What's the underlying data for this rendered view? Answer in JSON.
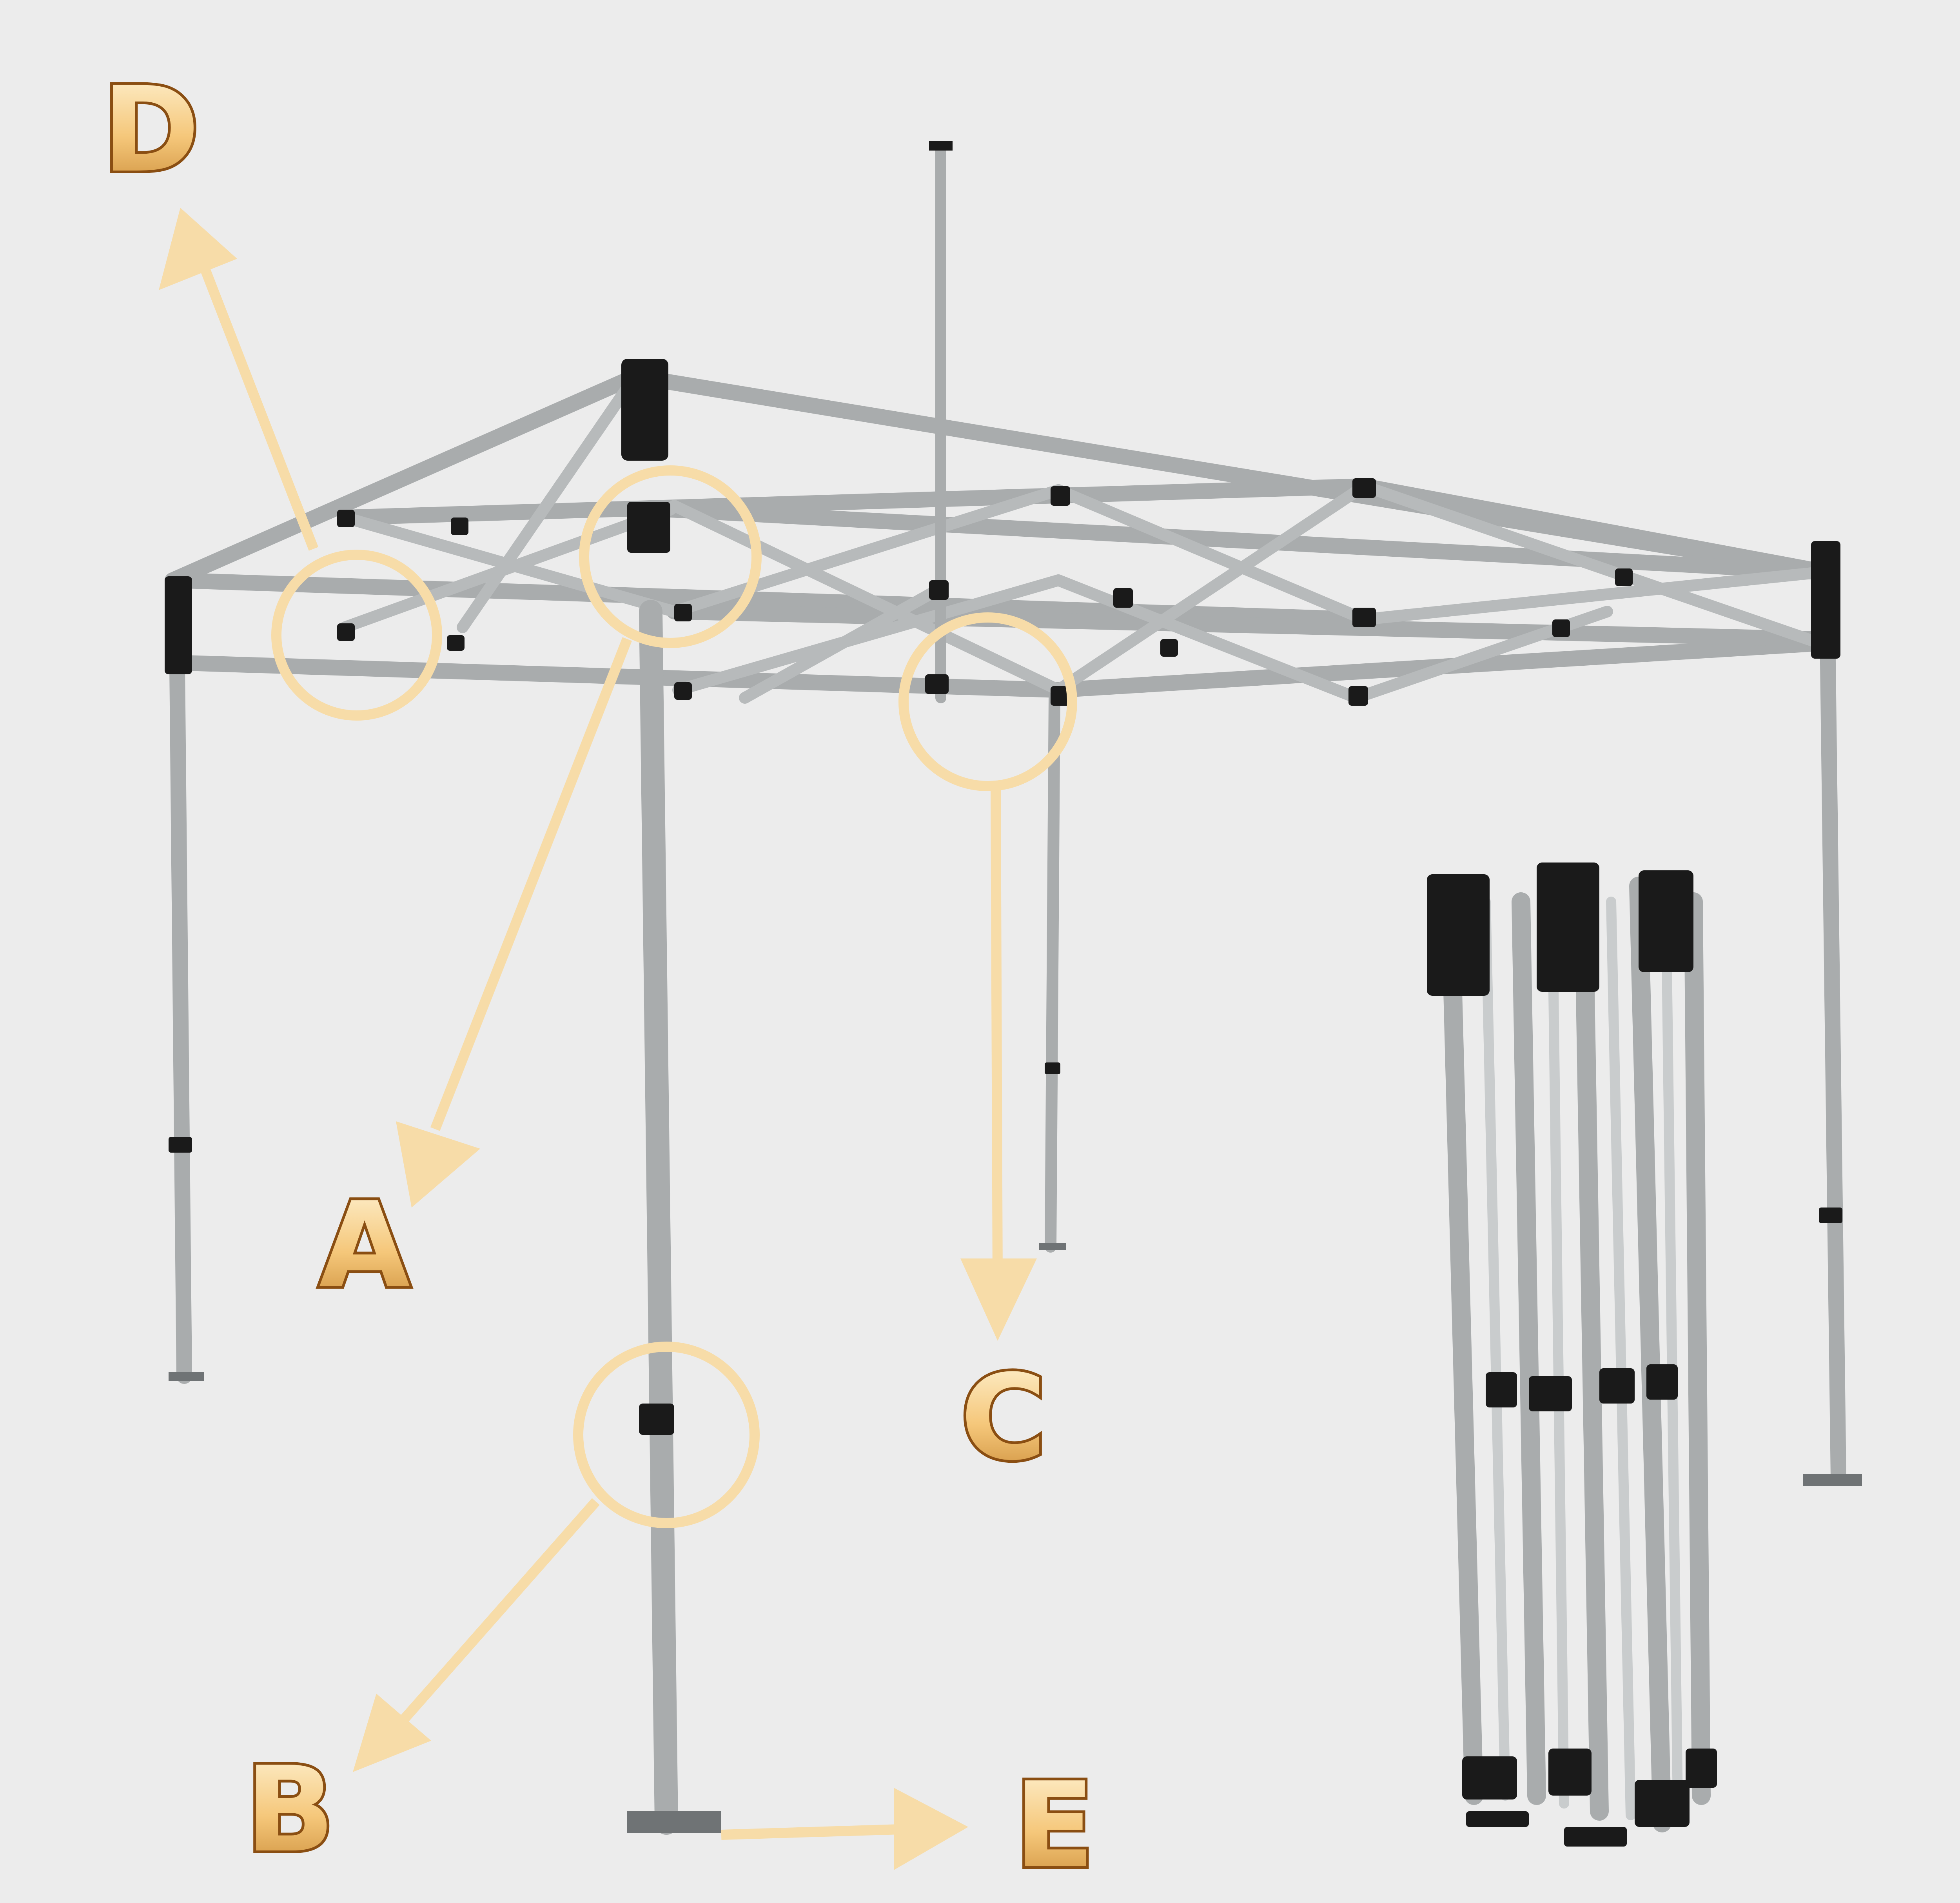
{
  "labels": {
    "a": "A",
    "b": "B",
    "c": "C",
    "d": "D",
    "e": "E"
  },
  "colors": {
    "background": "#ececec",
    "callout": "#f7dca8",
    "label_fill": "#f5c77a",
    "label_outline": "#8a4e12",
    "frame_tube": "#a9acad",
    "frame_tube_dark": "#6f7375",
    "connector": "#1a1a1a"
  }
}
